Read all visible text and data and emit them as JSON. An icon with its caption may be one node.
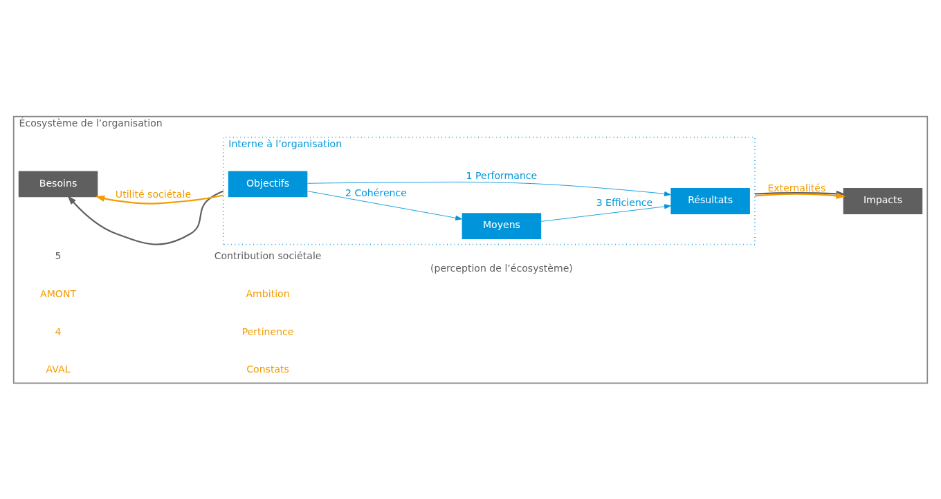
{
  "diagram": {
    "nodes": [
      {
        "text": [
          "Écosystème de l’organisation"
        ]
      },
      {
        "text": [
          "Interne à l’organisation"
        ],
        "in": 0
      },
      {
        "text": [
          "Besoins"
        ],
        "in": 0
      },
      {
        "text": [
          "Objectifs"
        ],
        "in": 1
      },
      {
        "text": [
          "Moyens"
        ],
        "in": 1
      },
      {
        "text": [
          "Résultats"
        ],
        "in": 1
      },
      {
        "text": [
          "Impacts"
        ],
        "in": 0
      }
    ],
    "edges": [
      {
        "from": 3,
        "to": 4,
        "arrow": "to",
        "label": "2 Cohérence"
      },
      {
        "from": 4,
        "to": 5,
        "arrow": "to",
        "label": "3 Efficience"
      },
      {
        "from": 3,
        "to": 5,
        "arrow": "to",
        "label": "1 Performance"
      },
      {
        "from": 1,
        "to": 2,
        "arrow": "to",
        "color": "#5f5f5f"
      },
      {
        "from": 1,
        "to": 6,
        "arrow": "to",
        "color": "#5f5f5f"
      },
      {
        "from": 1,
        "to": 2,
        "arrow": "to",
        "color": "#f39c00",
        "label": "Utilité sociétale"
      },
      {
        "from": 1,
        "to": 6,
        "arrow": "to",
        "color": "#f39c00",
        "label": "Externalités"
      }
    ],
    "labels": [
      "5",
      "Contribution sociétale",
      "(perception de l’écosystème)",
      "AMONT",
      "Ambition",
      "4",
      "Pertinence",
      "AVAL",
      "Constats"
    ]
  }
}
